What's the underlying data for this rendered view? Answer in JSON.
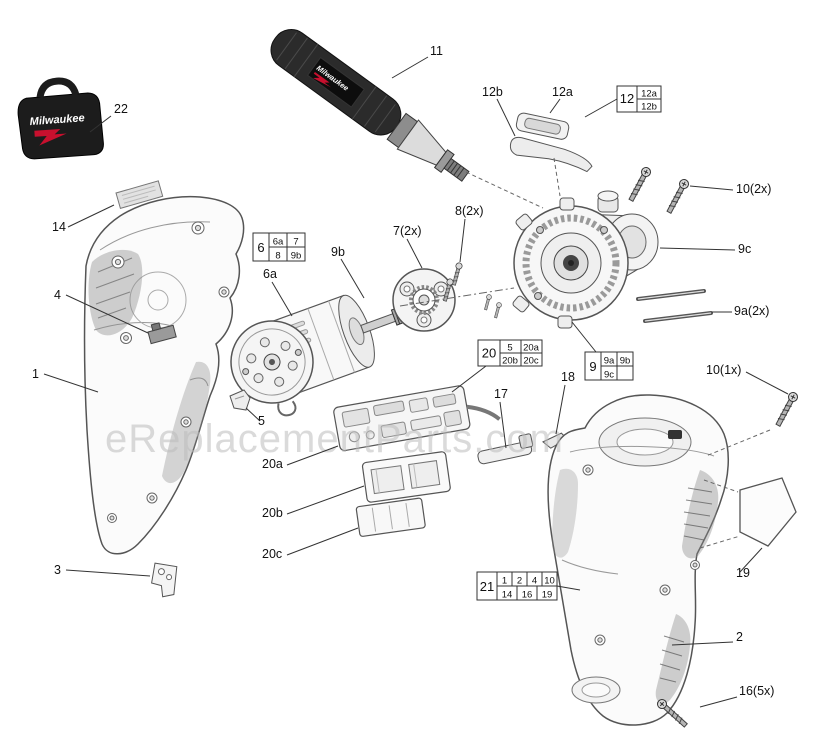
{
  "watermark": "eReplacementParts.com",
  "brand": "Milwaukee",
  "labels": {
    "l22": "22",
    "l11": "11",
    "l12b": "12b",
    "l12a": "12a",
    "l10_2x": "10(2x)",
    "l9c": "9c",
    "l9a_2x": "9a(2x)",
    "l10_1x": "10(1x)",
    "l14": "14",
    "l4": "4",
    "l1": "1",
    "l6a": "6a",
    "l9b": "9b",
    "l7_2x": "7(2x)",
    "l8_2x": "8(2x)",
    "l20a": "20a",
    "l20b": "20b",
    "l20c": "20c",
    "l5": "5",
    "l17": "17",
    "l18": "18",
    "l3": "3",
    "l19": "19",
    "l2": "2",
    "l16_5x": "16(5x)"
  },
  "boxes": {
    "b12": {
      "main": "12",
      "r1": [
        "12a"
      ],
      "r2": [
        "12b"
      ]
    },
    "b6": {
      "main": "6",
      "r1": [
        "6a",
        "7"
      ],
      "r2": [
        "8",
        "9b"
      ]
    },
    "b20": {
      "main": "20",
      "r1": [
        "5",
        "20a"
      ],
      "r2": [
        "20b",
        "20c"
      ]
    },
    "b9": {
      "main": "9",
      "r1": [
        "9a",
        "9b"
      ],
      "r2": [
        "9c"
      ]
    },
    "b21": {
      "main": "21",
      "r1": [
        "1",
        "2",
        "4",
        "10"
      ],
      "r2": [
        "14",
        "16",
        "19"
      ]
    }
  }
}
